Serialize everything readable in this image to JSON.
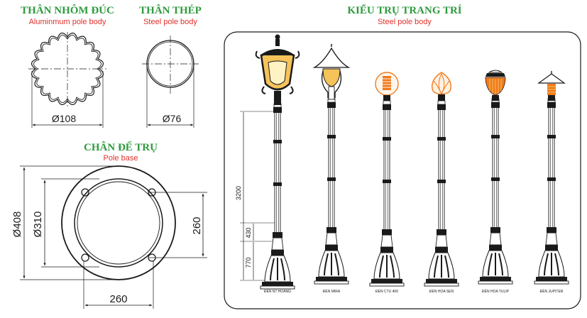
{
  "colors": {
    "title_green": "#2e9a3e",
    "subtitle_red": "#e0302a",
    "line": "#1a1a1a",
    "lamp_orange": "#f07a1e",
    "lamp_yellow": "#f6c35a"
  },
  "sections": {
    "aluminum": {
      "title": "THÂN NHÔM ĐÚC",
      "subtitle": "Aluminmum pole body",
      "dimension": "Ø108"
    },
    "steel": {
      "title": "THÂN THÉP",
      "subtitle": "Steel pole body",
      "dimension": "Ø76"
    },
    "base": {
      "title": "CHÂN ĐẾ TRỤ",
      "subtitle": "Pole base",
      "dim_outer": "Ø408",
      "dim_inner": "Ø310",
      "dim_bottom": "260",
      "dim_right": "260"
    },
    "styles": {
      "title": "KIỂU TRỤ TRANG TRÍ",
      "subtitle": "Steel pole body",
      "dim_total": "3200",
      "dim_mid": "430",
      "dim_low": "770",
      "lamps": [
        {
          "label": "ĐÈN N7 HOÀNG",
          "icon": "lantern-lamp-icon"
        },
        {
          "label": "ĐÈN MIRA",
          "icon": "bell-lamp-icon"
        },
        {
          "label": "ĐÈN CTU 400",
          "icon": "globe-lamp-icon"
        },
        {
          "label": "ĐÈN HOA SEN",
          "icon": "lotus-lamp-icon"
        },
        {
          "label": "ĐÈN HOA TULIP",
          "icon": "tulip-lamp-icon"
        },
        {
          "label": "ĐÈN JUPITER",
          "icon": "jupiter-lamp-icon"
        }
      ]
    }
  }
}
